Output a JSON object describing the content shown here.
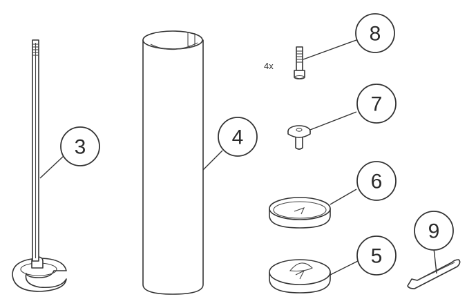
{
  "parts": [
    {
      "id": "rod",
      "number": "3"
    },
    {
      "id": "tube",
      "number": "4"
    },
    {
      "id": "base-disc",
      "number": "5"
    },
    {
      "id": "cap-ring",
      "number": "6"
    },
    {
      "id": "cap-nut",
      "number": "7"
    },
    {
      "id": "bolt",
      "number": "8",
      "quantity": "4x"
    },
    {
      "id": "hex-key",
      "number": "9"
    }
  ],
  "colors": {
    "line": "#333333",
    "background": "#ffffff"
  }
}
